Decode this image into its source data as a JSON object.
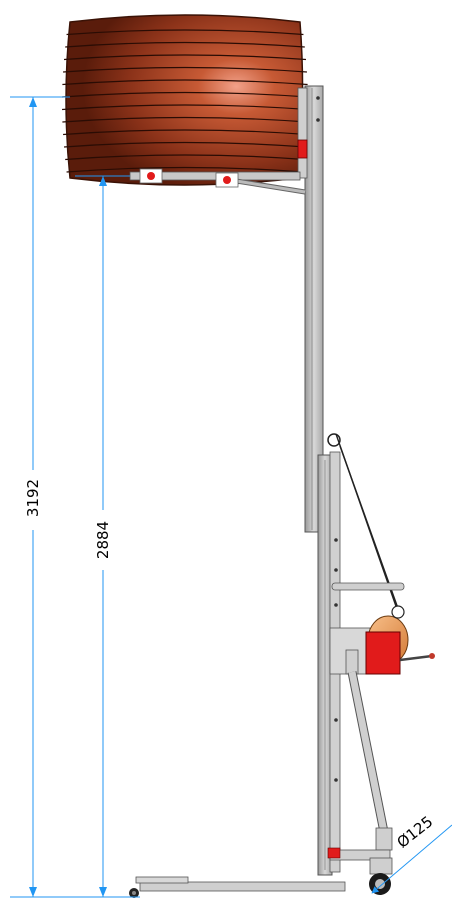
{
  "dimensions": {
    "overall_height": "3192",
    "lift_height": "2884",
    "wheel_diameter": "Ø125"
  },
  "colors": {
    "dimension_line": "#2196f3",
    "barrel": "#8b3219",
    "barrel_highlight": "#e98c6f",
    "mast": "#c2c2c2",
    "motor": "#e11b1b",
    "drum": "#f0a060"
  }
}
